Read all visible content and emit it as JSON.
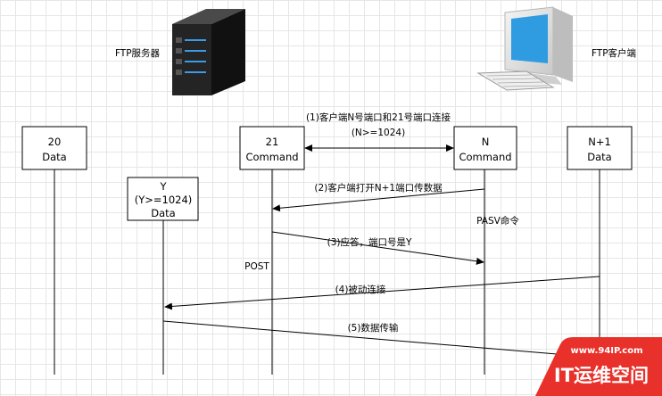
{
  "nodes": {
    "server_label": "FTP服务器",
    "client_label": "FTP客户端",
    "box_20": [
      "20",
      "Data"
    ],
    "box_21": [
      "21",
      "Command"
    ],
    "box_n": [
      "N",
      "Command"
    ],
    "box_n1": [
      "N+1",
      "Data"
    ],
    "box_y": [
      "Y",
      "(Y>=1024)",
      "Data"
    ]
  },
  "messages": {
    "m1_line1": "(1)客户端N号端口和21号端口连接",
    "m1_line2": "(N>=1024)",
    "m2": "(2)客户端打开N+1端口传数据",
    "pasv": "PASV命令",
    "m3": "(3)应答，端口号是Y",
    "post": "POST",
    "m4": "(4)被动连接",
    "m5": "(5)数据传输"
  },
  "watermark": {
    "url": "www.94IP.com",
    "text": "IT运维空间"
  },
  "colors": {
    "accent": "#e8312a",
    "monitor_screen": "#2f9be0",
    "server_body": "#222222",
    "server_led": "#3a9be8"
  }
}
